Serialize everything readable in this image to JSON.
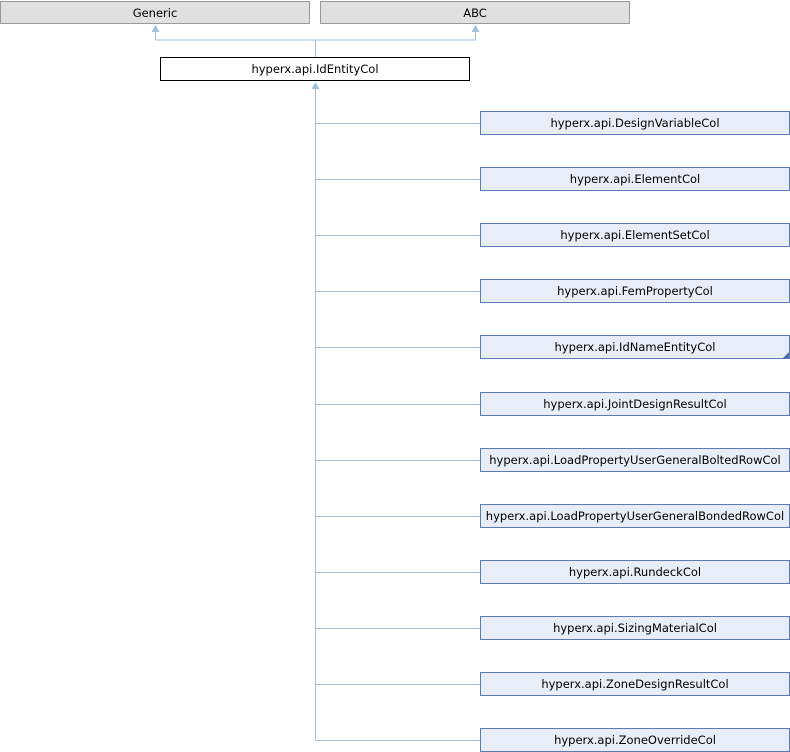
{
  "bases": [
    {
      "name": "Generic"
    },
    {
      "name": "ABC"
    }
  ],
  "current": {
    "name": "hyperx.api.IdEntityCol"
  },
  "derived": [
    {
      "name": "hyperx.api.DesignVariableCol",
      "has_more": false
    },
    {
      "name": "hyperx.api.ElementCol",
      "has_more": false
    },
    {
      "name": "hyperx.api.ElementSetCol",
      "has_more": false
    },
    {
      "name": "hyperx.api.FemPropertyCol",
      "has_more": false
    },
    {
      "name": "hyperx.api.IdNameEntityCol",
      "has_more": true
    },
    {
      "name": "hyperx.api.JointDesignResultCol",
      "has_more": false
    },
    {
      "name": "hyperx.api.LoadPropertyUserGeneralBoltedRowCol",
      "has_more": false
    },
    {
      "name": "hyperx.api.LoadPropertyUserGeneralBondedRowCol",
      "has_more": false
    },
    {
      "name": "hyperx.api.RundeckCol",
      "has_more": false
    },
    {
      "name": "hyperx.api.SizingMaterialCol",
      "has_more": false
    },
    {
      "name": "hyperx.api.ZoneDesignResultCol",
      "has_more": false
    },
    {
      "name": "hyperx.api.ZoneOverrideCol",
      "has_more": false
    }
  ],
  "colors": {
    "edge": "#a0c0dc",
    "derived_fill": "#e8eef8",
    "derived_border": "#5a7bb5",
    "base_fill": "#e0e0e0"
  }
}
